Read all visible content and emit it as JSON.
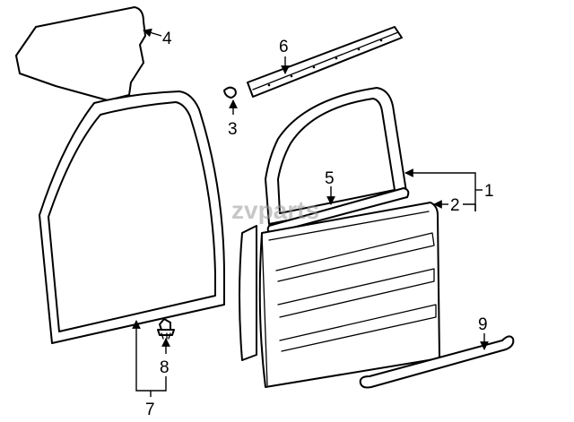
{
  "diagram": {
    "watermark": "zvparts",
    "callouts": [
      {
        "id": "1",
        "label": "1"
      },
      {
        "id": "2",
        "label": "2"
      },
      {
        "id": "3",
        "label": "3"
      },
      {
        "id": "4",
        "label": "4"
      },
      {
        "id": "5",
        "label": "5"
      },
      {
        "id": "6",
        "label": "6"
      },
      {
        "id": "7",
        "label": "7"
      },
      {
        "id": "8",
        "label": "8"
      },
      {
        "id": "9",
        "label": "9"
      }
    ],
    "colors": {
      "line": "#000000",
      "background": "#ffffff",
      "watermark": "#9a9a9a"
    }
  }
}
